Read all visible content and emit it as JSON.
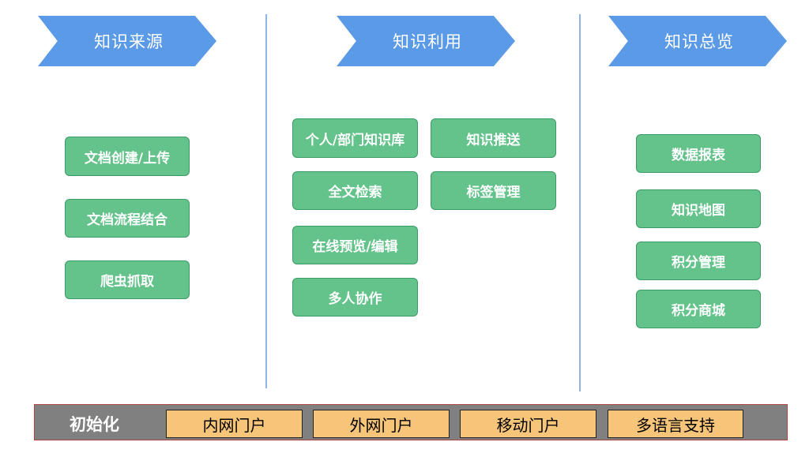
{
  "columns": [
    {
      "header": "知识来源",
      "items": [
        "文档创建/上传",
        "文档流程结合",
        "爬虫抓取"
      ]
    },
    {
      "header": "知识利用",
      "items": [
        "个人/部门知识库",
        "知识推送",
        "全文检索",
        "标签管理",
        "在线预览/编辑",
        "多人协作"
      ]
    },
    {
      "header": "知识总览",
      "items": [
        "数据报表",
        "知识地图",
        "积分管理",
        "积分商城"
      ]
    }
  ],
  "footer": {
    "label": "初始化",
    "items": [
      "内网门户",
      "外网门户",
      "移动门户",
      "多语言支持"
    ]
  },
  "colors": {
    "arrow": "#5b9ae6",
    "box": "#63c38b",
    "footer_bg": "#808080",
    "footer_item": "#f6c57a"
  }
}
